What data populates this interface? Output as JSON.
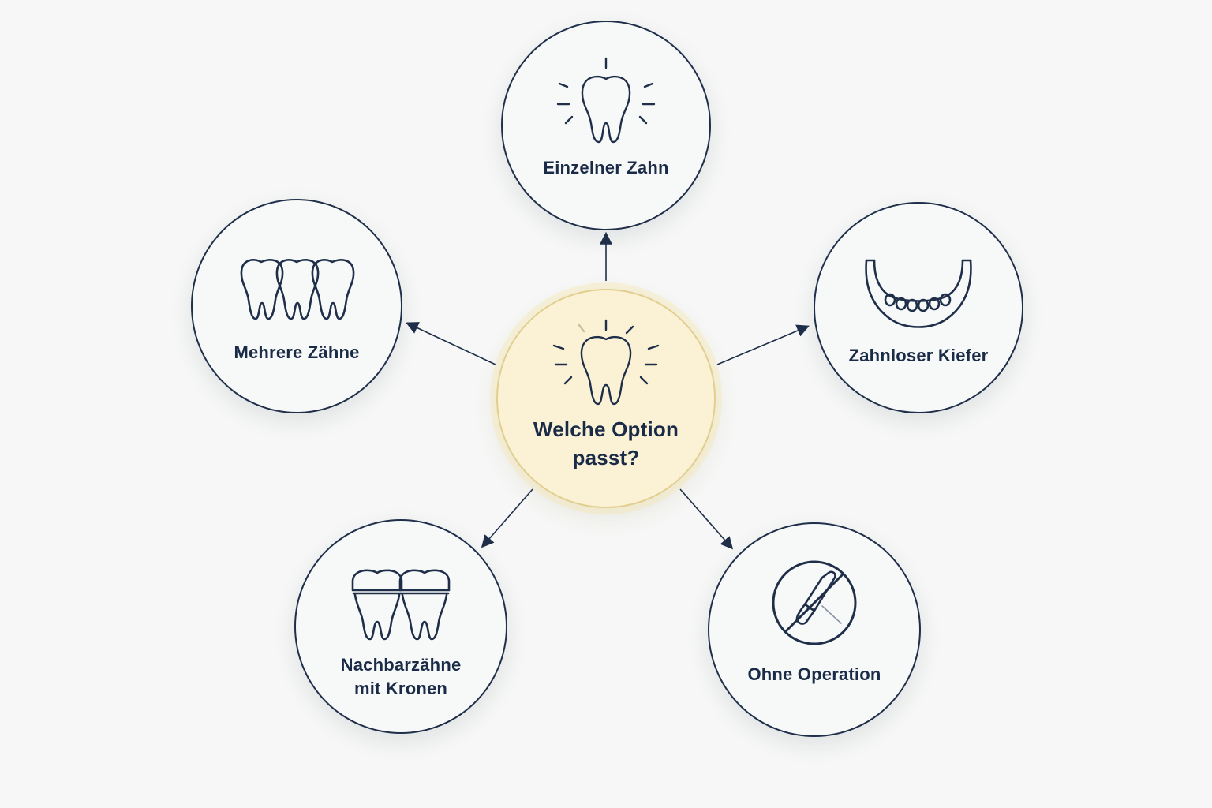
{
  "diagram": {
    "center": {
      "label_line1": "Welche Option",
      "label_line2": "passt?",
      "icon": "tooth-sparkle-icon"
    },
    "options": {
      "top": {
        "label": "Einzelner Zahn",
        "icon": "tooth-sparkle-icon"
      },
      "left": {
        "label": "Mehrere Zähne",
        "icon": "three-teeth-icon"
      },
      "right": {
        "label": "Zahnloser Kiefer",
        "icon": "edentulous-jaw-icon"
      },
      "bottom_left": {
        "label_line1": "Nachbarzähne",
        "label_line2": "mit Kronen",
        "icon": "crowned-teeth-icon"
      },
      "bottom_right": {
        "label": "Ohne Operation",
        "icon": "no-scalpel-icon"
      }
    },
    "colors": {
      "line": "#1f2f4a",
      "center_fill": "#fbf2d6",
      "center_border": "#e2cf8e",
      "text": "#1a2b47"
    }
  }
}
